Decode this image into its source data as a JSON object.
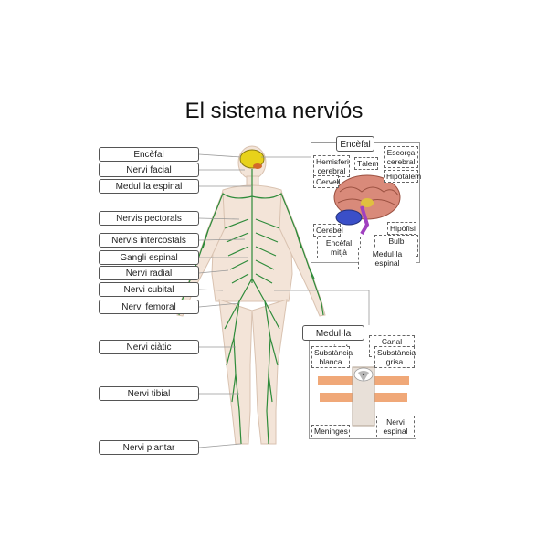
{
  "title": "El sistema nerviós",
  "left_labels": [
    "Encèfal",
    "Nervi facial",
    "Medul·la espinal",
    "Nervis pectorals",
    "Nervis intercostals",
    "Gangli espinal",
    "Nervi radial",
    "Nervi cubital",
    "Nervi femoral",
    "Nervi ciàtic",
    "Nervi tibial",
    "Nervi plantar"
  ],
  "brain_panel": {
    "title": "Encèfal",
    "labels": {
      "hemisferi": "Hemisferi cerebral",
      "talem": "Tàlem",
      "escorca": "Escorça cerebral",
      "cervell": "Cervell",
      "hipotalem": "Hipotàlem",
      "cerebel": "Cerebel",
      "hipofisi": "Hipòfisi",
      "encefal_mitja": "Encèfal mitjà",
      "bulb": "Bulb raquidi",
      "medula": "Medul·la espinal"
    }
  },
  "spine_panel": {
    "title": "Medul·la espinal",
    "labels": {
      "canal": "Canal central",
      "blanca": "Substància blanca",
      "grisa": "Substància grisa",
      "meninges": "Meninges",
      "nervi": "Nervi espinal"
    }
  },
  "colors": {
    "nerve_green": "#2e8b3a",
    "brain_yellow": "#e8d21a",
    "brain_pink": "#d98a7a",
    "cerebellum_blue": "#3a4fc8",
    "spine_orange": "#f0a878"
  }
}
